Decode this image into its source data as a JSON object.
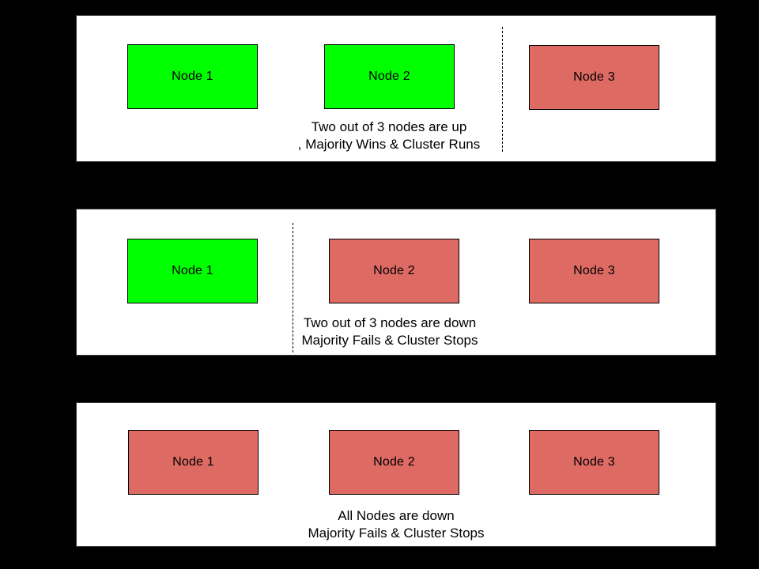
{
  "colors": {
    "node_up": "#00ff00",
    "node_down": "#de6a64",
    "background": "#000000",
    "panel_background": "#ffffff"
  },
  "panels": [
    {
      "id": "two-up",
      "nodes": [
        {
          "label": "Node 1",
          "status": "up"
        },
        {
          "label": "Node 2",
          "status": "up"
        },
        {
          "label": "Node 3",
          "status": "down"
        }
      ],
      "caption_line1": "Two out of 3 nodes are up",
      "caption_line2": ", Majority Wins & Cluster Runs"
    },
    {
      "id": "two-down",
      "nodes": [
        {
          "label": "Node 1",
          "status": "up"
        },
        {
          "label": "Node 2",
          "status": "down"
        },
        {
          "label": "Node 3",
          "status": "down"
        }
      ],
      "caption_line1": "Two out of 3 nodes are down",
      "caption_line2": "Majority Fails & Cluster Stops"
    },
    {
      "id": "all-down",
      "nodes": [
        {
          "label": "Node 1",
          "status": "down"
        },
        {
          "label": "Node 2",
          "status": "down"
        },
        {
          "label": "Node 3",
          "status": "down"
        }
      ],
      "caption_line1": "All Nodes are down",
      "caption_line2": "Majority Fails & Cluster Stops"
    }
  ]
}
